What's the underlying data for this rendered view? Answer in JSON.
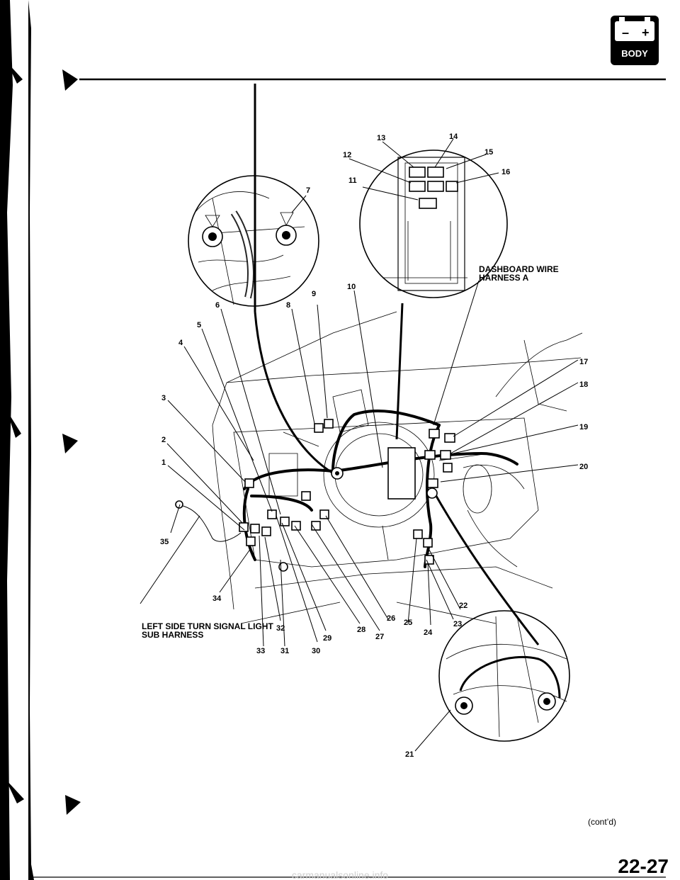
{
  "badge": {
    "text": "BODY",
    "minus": "–",
    "plus": "+"
  },
  "callouts": [
    "1",
    "2",
    "3",
    "4",
    "5",
    "6",
    "7",
    "8",
    "9",
    "10",
    "11",
    "12",
    "13",
    "14",
    "15",
    "16",
    "17",
    "18",
    "19",
    "20",
    "21",
    "22",
    "23",
    "24",
    "25",
    "26",
    "27",
    "28",
    "29",
    "30",
    "31",
    "32",
    "33",
    "34",
    "35"
  ],
  "labels": {
    "dashboard_line1": "DASHBOARD WIRE",
    "dashboard_line2": "HARNESS A",
    "left_side_line1": "LEFT SIDE TURN SIGNAL LIGHT",
    "left_side_line2": "SUB HARNESS"
  },
  "footer": {
    "contd": "(cont’d)",
    "page_number": "22-27",
    "watermark": "carmanualsonline.info"
  }
}
